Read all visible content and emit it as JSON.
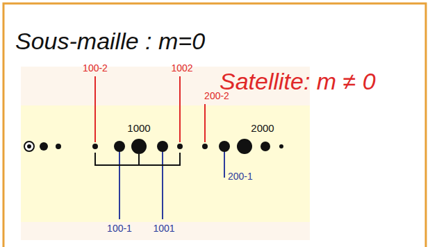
{
  "diagram": {
    "labels": [
      "Sous-maille : m=0",
      "Satellite: m ≠ 0",
      "100-2",
      "1002",
      "1000",
      "200-2",
      "2000",
      "100-1",
      "1001",
      "200-1"
    ]
  }
}
